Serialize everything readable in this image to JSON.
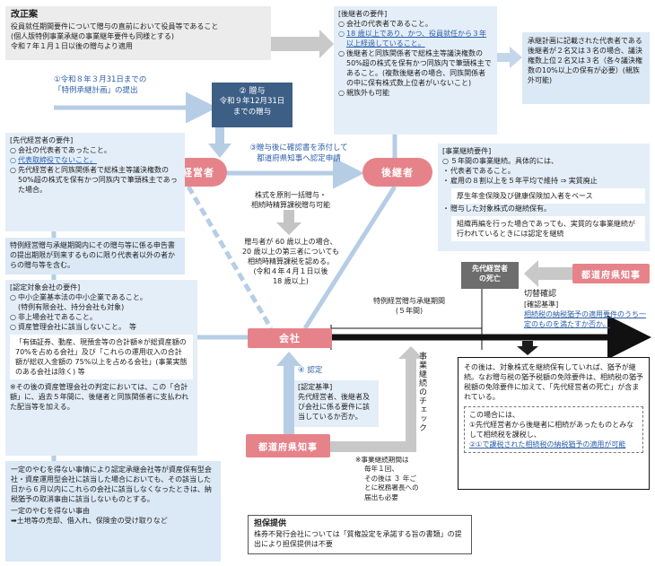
{
  "reform": {
    "title": "改正案",
    "lines": [
      "役員就任期間要件について贈与の直前において役員等であること",
      "(個人版特例事業承継の事業継年要件も同様とする)",
      "令和７年１月１日以後の贈与より適用"
    ]
  },
  "step1": {
    "line1": "①令和８年３月31日までの",
    "line2": "「特例承継計画」の提出"
  },
  "step2": {
    "line1": "② 贈与",
    "line2": "令和９年12月31日",
    "line3": "までの贈与"
  },
  "step3": {
    "line1": "③贈与後に確認書を添付して",
    "line2": "都道府県知事へ認定申請"
  },
  "successor_req": {
    "title": "[後継者の要件]",
    "items": [
      "会社の代表者であること。",
      "18 歳以上であり、かつ、役員就任から３年以上経過していること。",
      "後継者と同族関係者で総株主等議決権数の 50%超の株式を保有かつ同族内で筆頭株主であること。(複数後継者の場合、同族関係者の中に保有株式数上位者がいないこと)",
      "親族外も可能"
    ]
  },
  "plan_note": "承継計画に記載された代表者である後継者が２名又は３名の場合、議決権数上位２名又は３名（各々議決権数の10%以上の保有が必要）(親族外可能)",
  "predecessor_req": {
    "title": "[先代経営者の要件]",
    "items": [
      "会社の代表者であったこと。",
      "代表取締役でないこと。",
      "先代経営者と同族関係者で総株主等議決権数の 50%超の株式を保有かつ同族内で筆頭株主であった場合。"
    ]
  },
  "predecessor_note": "特例経営贈与承継期間内にその贈与等に係る申告書の提出期限が到来するものに限り代表者以外の者からの贈与等を含む。",
  "pill_predecessor": "先代経営者",
  "pill_successor": "後継者",
  "pill_company": "会社",
  "pill_governor": "都道府県知事",
  "pill_governor2": "都道府県知事",
  "center": {
    "stock1": "株式を原則一括贈与・",
    "stock2": "相続時精算課税贈与可能",
    "t1": "贈与者が 60 歳以上の場合、",
    "t2": "20 歳以上の第三者についても",
    "t3": "相続時精算課税を認める。",
    "t4": "(令和４年４月１日以後",
    "t5": "18 歳以上)"
  },
  "continuation": {
    "title": "[事業継続要件]",
    "items": [
      "５年間の事業継続。具体的には、"
    ],
    "subitems": [
      "代表者であること。",
      "雇用の８割以上を５年平均で維持 ⇒ 実質廃止",
      "贈与した対象株式の継続保有。"
    ],
    "pension": "厚生年金保険及び健康保険加入者をベース",
    "reorg": "組織再編を行った場合であっても、実質的な事業継続が行われているときには認定を継続"
  },
  "company_req": {
    "title": "[認定対象会社の要件]",
    "items": [
      "中小企業基本法の中小企業であること。",
      "(特例有限会社、持分会社も対象)",
      "非上場会社であること。",
      "資産管理会社に該当しないこと。　等"
    ],
    "quote": "「有価証券、動産、現預金等の合計額※が総資産額の70%を占める会社」及び「これらの運用収入の合計額が総収入金額の 75%以上を占める会社」(事業実態のある会社は除く) 等",
    "note": "※その後の資産管理会社の判定においては、この「合計額」に、過去５年間に、後継者と同族関係者に支払われた配当等を加える。"
  },
  "exemption_note": {
    "main": "一定のやむを得ない事情により認定承継会社等が資産保有型会社・資産運用型会社に該当した場合においても、その該当した日から６月以内にこれらの会社に該当しなくなったときは、納税猶予の取消事由に該当しないものとする。",
    "sub1": "一定のやむを得ない事由",
    "sub2": "➡土地等の売却、借入れ、保険金の受け取りなど"
  },
  "period": {
    "line1": "特例経営贈与承継期間",
    "line2": "(５年間)"
  },
  "predecessor_death": {
    "line1": "先代経営者",
    "line2": "の死亡"
  },
  "cutover": "切替確認",
  "confirm": {
    "title": "[確認基準]",
    "text": "相続税の納税猶予の適用要件のうち一定のものを満たすか否か。"
  },
  "certification": {
    "num": "④ 認定",
    "title": "[認定基準]",
    "text": "先代経営者、後継者及び会社に係る要件に該当しているか否か。"
  },
  "continuation_check": "事業継続のチェック",
  "report": {
    "line1": "※事業継続期間は",
    "line2": "毎年１回、",
    "line3": "その後は ３ 年ご",
    "line4": "とに税務署長への",
    "line5": "届出も必要"
  },
  "aftermath": {
    "main": "その後は、対象株式を継続保有していれば、猶予が継続。なお贈与税の猶予税額の免除要件は、相続税の猶予税額の免除要件に加えて、「先代経営者の死亡」が含まれている。",
    "case_title": "この場合には、",
    "case1": "①先代経営者から後継者に相続があったものとみなして相続税を課税し、",
    "case2": "②①で課税された相続税の納税猶予の適用が可能"
  },
  "collateral": {
    "title": "担保提供",
    "text": "株券不発行会社については「質権設定を承諾する旨の書類」の提出により担保提供は不要"
  }
}
